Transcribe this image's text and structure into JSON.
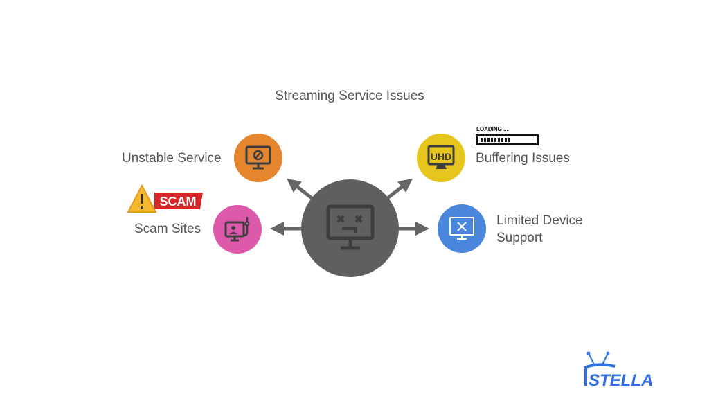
{
  "title": "Streaming Service Issues",
  "issues": [
    {
      "label": "Unstable Service",
      "color": "#e5852e"
    },
    {
      "label": "Scam Sites",
      "color": "#dc5aa9"
    },
    {
      "label": "Buffering Issues",
      "color": "#e6c51f"
    },
    {
      "label": "Limited Device",
      "label2": "Support",
      "color": "#4a86dc"
    }
  ],
  "center_color": "#5f5f5f",
  "scam_badge": "SCAM",
  "uhd_text": "UHD",
  "loading_text": "LOADING ...",
  "logo_text": "STELLA"
}
